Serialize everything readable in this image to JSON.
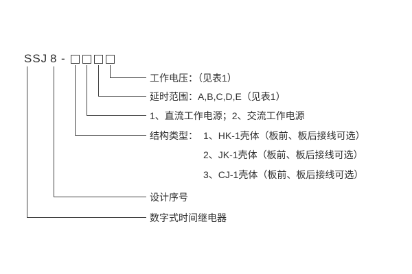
{
  "diagram": {
    "model_code": {
      "prefix": "SSJ",
      "design_number": "8",
      "separator": "-",
      "placeholder_box_count": 4
    },
    "labels": {
      "working_voltage": "工作电压：（见表1）",
      "delay_range": "延时范围：A,B,C,D,E（见表1）",
      "power_type": "1、直流工作电源；2、交流工作电源",
      "structure_type_title": "结构类型：",
      "structure_type_items": [
        "1、HK-1壳体（板前、板后接线可选）",
        "2、JK-1壳体（板前、板后接线可选）",
        "3、CJ-1壳体（板前、板后接线可选）"
      ],
      "design_serial": "设计序号",
      "product_name": "数字式时间继电器"
    },
    "colors": {
      "line": "#3f3f3f",
      "text": "#2e2e2e",
      "background": "#ffffff"
    }
  }
}
